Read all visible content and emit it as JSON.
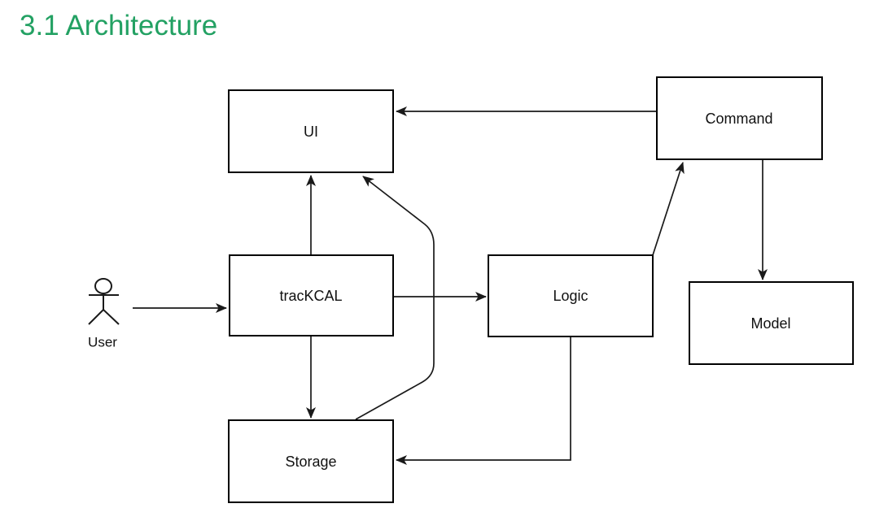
{
  "heading": {
    "text": "3.1 Architecture",
    "color": "#23a163"
  },
  "diagram": {
    "type": "architecture-flow-diagram",
    "nodes": [
      {
        "id": "ui",
        "label": "UI"
      },
      {
        "id": "command",
        "label": "Command"
      },
      {
        "id": "trackcal",
        "label": "tracKCAL"
      },
      {
        "id": "logic",
        "label": "Logic"
      },
      {
        "id": "model",
        "label": "Model"
      },
      {
        "id": "storage",
        "label": "Storage"
      }
    ],
    "actor": {
      "label": "User"
    },
    "edges": [
      {
        "from": "User",
        "to": "tracKCAL",
        "style": "straight"
      },
      {
        "from": "tracKCAL",
        "to": "UI",
        "style": "straight"
      },
      {
        "from": "tracKCAL",
        "to": "Logic",
        "style": "straight"
      },
      {
        "from": "tracKCAL",
        "to": "Storage",
        "style": "straight"
      },
      {
        "from": "Storage",
        "to": "UI",
        "style": "curved"
      },
      {
        "from": "Logic",
        "to": "Command",
        "style": "diagonal"
      },
      {
        "from": "Command",
        "to": "UI",
        "style": "straight"
      },
      {
        "from": "Command",
        "to": "Model",
        "style": "straight"
      },
      {
        "from": "Logic",
        "to": "Storage",
        "style": "orthogonal"
      }
    ],
    "colors": {
      "node_fill": "#ffffff",
      "node_stroke": "#000000",
      "edge_stroke": "#1a1a1a",
      "label_color": "#111111"
    }
  }
}
